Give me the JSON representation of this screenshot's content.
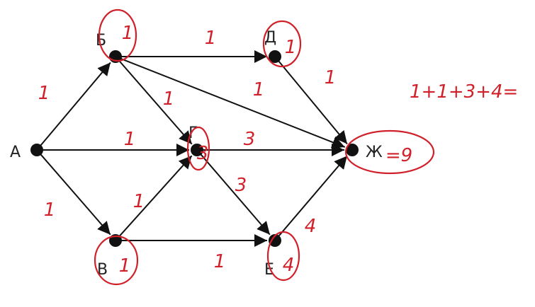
{
  "colors": {
    "graph": "#111111",
    "annotation": "#d0202a"
  },
  "nodes": [
    {
      "id": "A",
      "label": "А",
      "value": ""
    },
    {
      "id": "B",
      "label": "Б",
      "value": "1"
    },
    {
      "id": "D",
      "label": "Д",
      "value": "1"
    },
    {
      "id": "G",
      "label": "Г",
      "value": "3"
    },
    {
      "id": "V",
      "label": "В",
      "value": "1"
    },
    {
      "id": "E",
      "label": "Е",
      "value": "4"
    },
    {
      "id": "Zh",
      "label": "Ж",
      "value": "=9"
    }
  ],
  "edges": [
    {
      "from": "A",
      "to": "B",
      "weight": "1"
    },
    {
      "from": "A",
      "to": "G",
      "weight": "1"
    },
    {
      "from": "A",
      "to": "V",
      "weight": "1"
    },
    {
      "from": "B",
      "to": "D",
      "weight": "1"
    },
    {
      "from": "B",
      "to": "G",
      "weight": "1"
    },
    {
      "from": "B",
      "to": "Zh",
      "weight": "1"
    },
    {
      "from": "D",
      "to": "Zh",
      "weight": "1"
    },
    {
      "from": "G",
      "to": "Zh",
      "weight": "3"
    },
    {
      "from": "G",
      "to": "E",
      "weight": "3"
    },
    {
      "from": "V",
      "to": "G",
      "weight": "1"
    },
    {
      "from": "V",
      "to": "E",
      "weight": "1"
    },
    {
      "from": "E",
      "to": "Zh",
      "weight": "4"
    }
  ],
  "equation": "1+1+3+4="
}
